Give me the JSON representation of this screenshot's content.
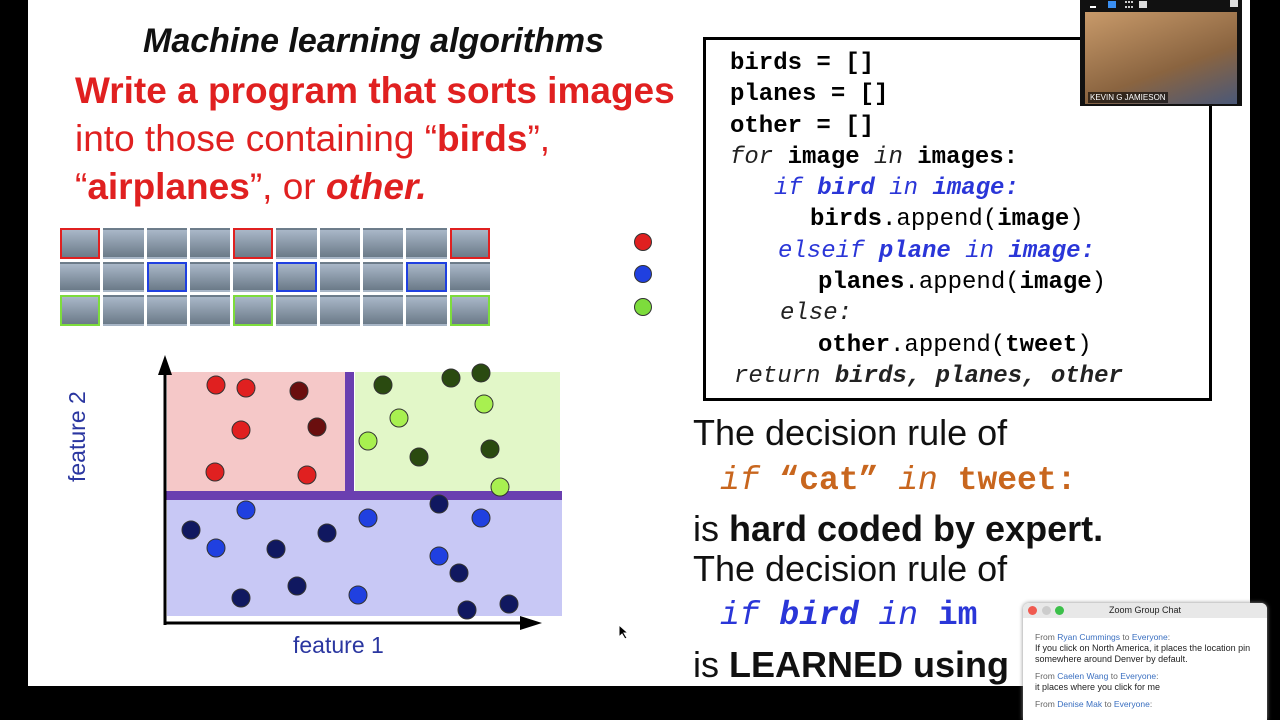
{
  "slide": {
    "title": "Machine learning algorithms",
    "line1": "Write a program that sorts images",
    "line2_pre": "into those containing “",
    "line2_birds": "birds",
    "line2_post": "”,",
    "line3_pre": "“",
    "line3_airplanes": "airplanes",
    "line3_mid": "”, or ",
    "line3_other": "other.",
    "legend_colors": [
      "#e02020",
      "#2040e0",
      "#7ddc3c"
    ],
    "xlabel": "feature 1",
    "ylabel": "feature 2",
    "code": {
      "l1": "birds = []",
      "l2": "planes = []",
      "l3": "other = []",
      "l4a": "for",
      "l4b": " image ",
      "l4c": "in",
      "l4d": " images:",
      "l5a": "if",
      "l5b": " bird ",
      "l5c": "in",
      "l5d": " image:",
      "l6a": "birds",
      ".": ".",
      "l6b": ".append(",
      "l6c": "image",
      ")": ")",
      "l7a": "elseif",
      "l7b": " plane ",
      "l7c": "in",
      "l7d": " image:",
      "l8a": "planes",
      "l8b": ".append(",
      "l8c": "image",
      "l9": "else:",
      "l10a": "other",
      "l10b": ".append(",
      "l10c": "tweet",
      "l11a": "return",
      "l11b": " birds, planes, other"
    },
    "rule1": "The decision rule of",
    "rule1_code_a": "if",
    "rule1_code_b": " “cat” ",
    "rule1_code_c": "in",
    "rule1_code_d": " tweet:",
    "rule1_is": "is ",
    "rule1_bold": "hard coded by expert.",
    "rule2": "The decision rule of",
    "rule2_code_a": "if",
    "rule2_code_b": " bird ",
    "rule2_code_c": "in",
    "rule2_code_d": " im",
    "rule2_is": "is ",
    "rule2_bold": "LEARNED using"
  },
  "video": {
    "name": "KEVIN G JAMIESON"
  },
  "chat": {
    "title": "Zoom Group Chat",
    "messages": [
      {
        "from": "Ryan Cummings",
        "to": "Everyone",
        "text": "If you click on North America, it places the location pin somewhere around Denver by default."
      },
      {
        "from": "Caelen Wang",
        "to": "Everyone",
        "text": "it places where you click for me"
      },
      {
        "from": "Denise Mak",
        "to": "Everyone",
        "text": ""
      }
    ],
    "from_label": "From",
    "to_label": "to"
  }
}
